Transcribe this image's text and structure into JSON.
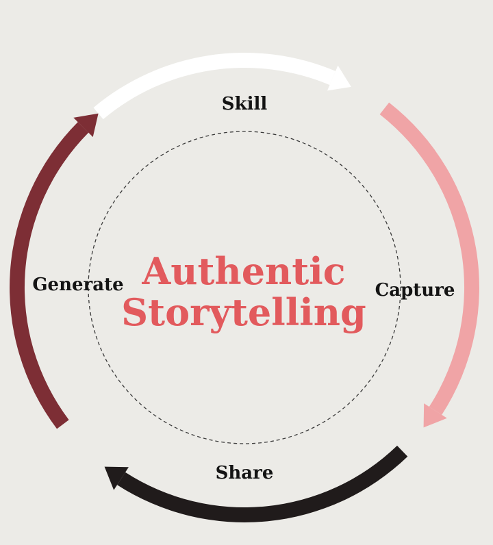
{
  "center_title": {
    "line1": "Authentic",
    "line2": "Storytelling"
  },
  "stages": [
    {
      "label": "Skill",
      "color": "#ffffff"
    },
    {
      "label": "Capture",
      "color": "#f0a4a6"
    },
    {
      "label": "Share",
      "color": "#201b1b"
    },
    {
      "label": "Generate",
      "color": "#7d2e35"
    }
  ],
  "colors": {
    "background": "#ecebe7",
    "title": "#e25a5d",
    "label": "#141414",
    "inner_circle": "#3a3a3a"
  }
}
